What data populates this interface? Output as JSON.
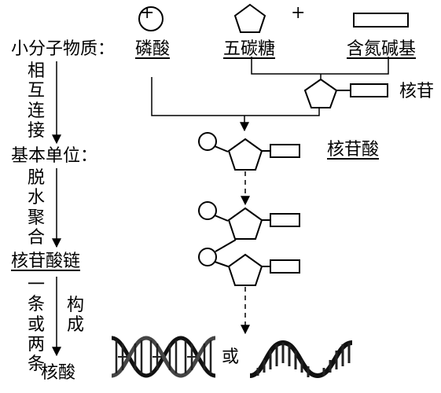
{
  "operators": {
    "plus": "+",
    "or": "或"
  },
  "row_small": {
    "label": "小分子物质：",
    "phosphate": "磷酸",
    "pentose": "五碳糖",
    "base": "含氮碱基"
  },
  "nucleoside": "核苷",
  "arrows": {
    "connect": "相互连接",
    "dehydrate": "脱水聚合",
    "one_or_two": "一条或两条",
    "compose": "构成"
  },
  "row_unit": {
    "label": "基本单位：",
    "value": "核苷酸"
  },
  "chain": "核苷酸链",
  "nucleic_acid": "核酸"
}
